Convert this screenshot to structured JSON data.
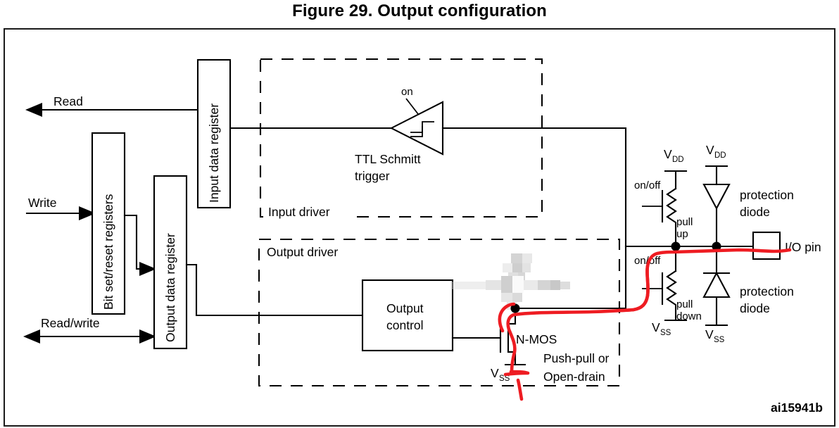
{
  "figure": {
    "title": "Figure 29. Output configuration",
    "ref_code": "ai15941b"
  },
  "signals": {
    "read": "Read",
    "write": "Write",
    "read_write": "Read/write"
  },
  "blocks": {
    "input_data_register": "Input data register",
    "bit_set_reset_registers": "Bit set/reset registers",
    "output_data_register": "Output data register",
    "output_control_line1": "Output",
    "output_control_line2": "control"
  },
  "input_driver": {
    "group_label": "Input driver",
    "schmitt_label_line1": "TTL Schmitt",
    "schmitt_label_line2": "trigger",
    "schmitt_enable": "on"
  },
  "output_driver": {
    "group_label": "Output driver",
    "nmos_label": "N-MOS",
    "mode_line1": "Push-pull or",
    "mode_line2": "Open-drain",
    "vss_nmos": "V",
    "vss_nmos_sub": "SS"
  },
  "pad_circuit": {
    "vdd_pullup": "V",
    "vdd_pullup_sub": "DD",
    "vdd_diode": "V",
    "vdd_diode_sub": "DD",
    "vss_pulldown": "V",
    "vss_pulldown_sub": "SS",
    "vss_diode": "V",
    "vss_diode_sub": "SS",
    "pullup_onoff": "on/off",
    "pulldown_onoff": "on/off",
    "pullup_line1": "pull",
    "pullup_line2": "up",
    "pulldown_line1": "pull",
    "pulldown_line2": "down",
    "protection_diode_top_line1": "protection",
    "protection_diode_top_line2": "diode",
    "protection_diode_bottom_line1": "protection",
    "protection_diode_bottom_line2": "diode",
    "io_pin_label": "I/O pin"
  },
  "annotation": {
    "color": "#ee1c22",
    "description": "red hand-drawn trace from N-MOS source/VSS up past the drain node and across to the I/O pin line"
  },
  "colors": {
    "line": "#000000",
    "background": "#ffffff",
    "annotation": "#ee1c22",
    "frame": "#1a1a1a"
  }
}
